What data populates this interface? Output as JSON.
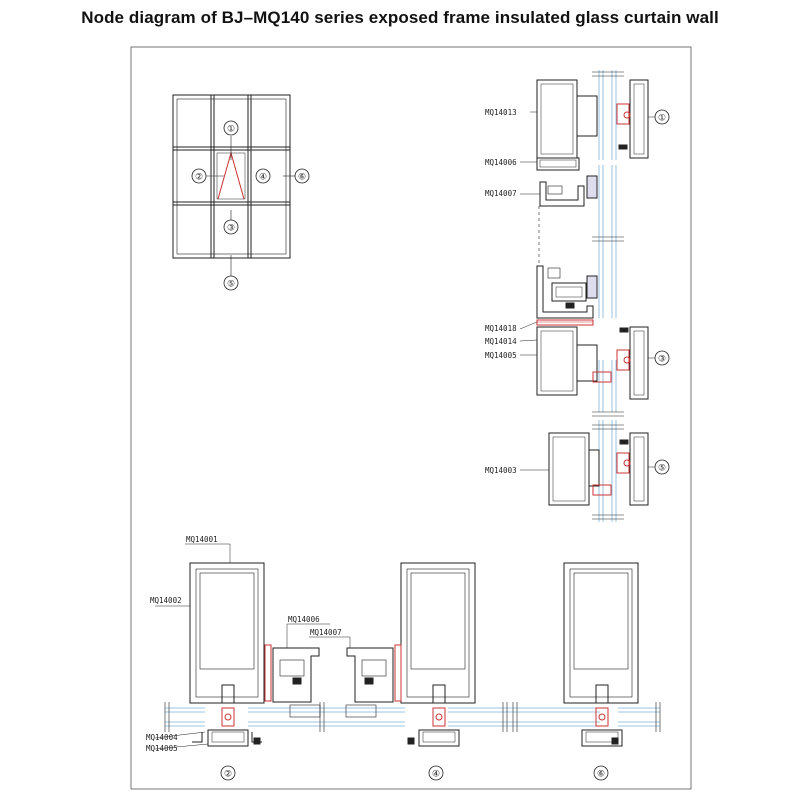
{
  "title": "Node diagram of BJ–MQ140 series exposed frame insulated glass curtain wall",
  "node_numbers": [
    "①",
    "②",
    "③",
    "④",
    "⑤",
    "⑥"
  ],
  "right_labels": {
    "top": "MQ14013",
    "a": "MQ14006",
    "b": "MQ14007",
    "c": "MQ14018",
    "d": "MQ14014",
    "e": "MQ14005",
    "bottom": "MQ14003"
  },
  "bottom_labels": {
    "a": "MQ14001",
    "b": "MQ14002",
    "c": "MQ14006",
    "d": "MQ14007",
    "e": "MQ14004",
    "f": "MQ14005"
  },
  "colors": {
    "line": "#222222",
    "accent_red": "#cc3333",
    "glass_blue": "#7fb2d8",
    "sash_gray": "#666666"
  }
}
